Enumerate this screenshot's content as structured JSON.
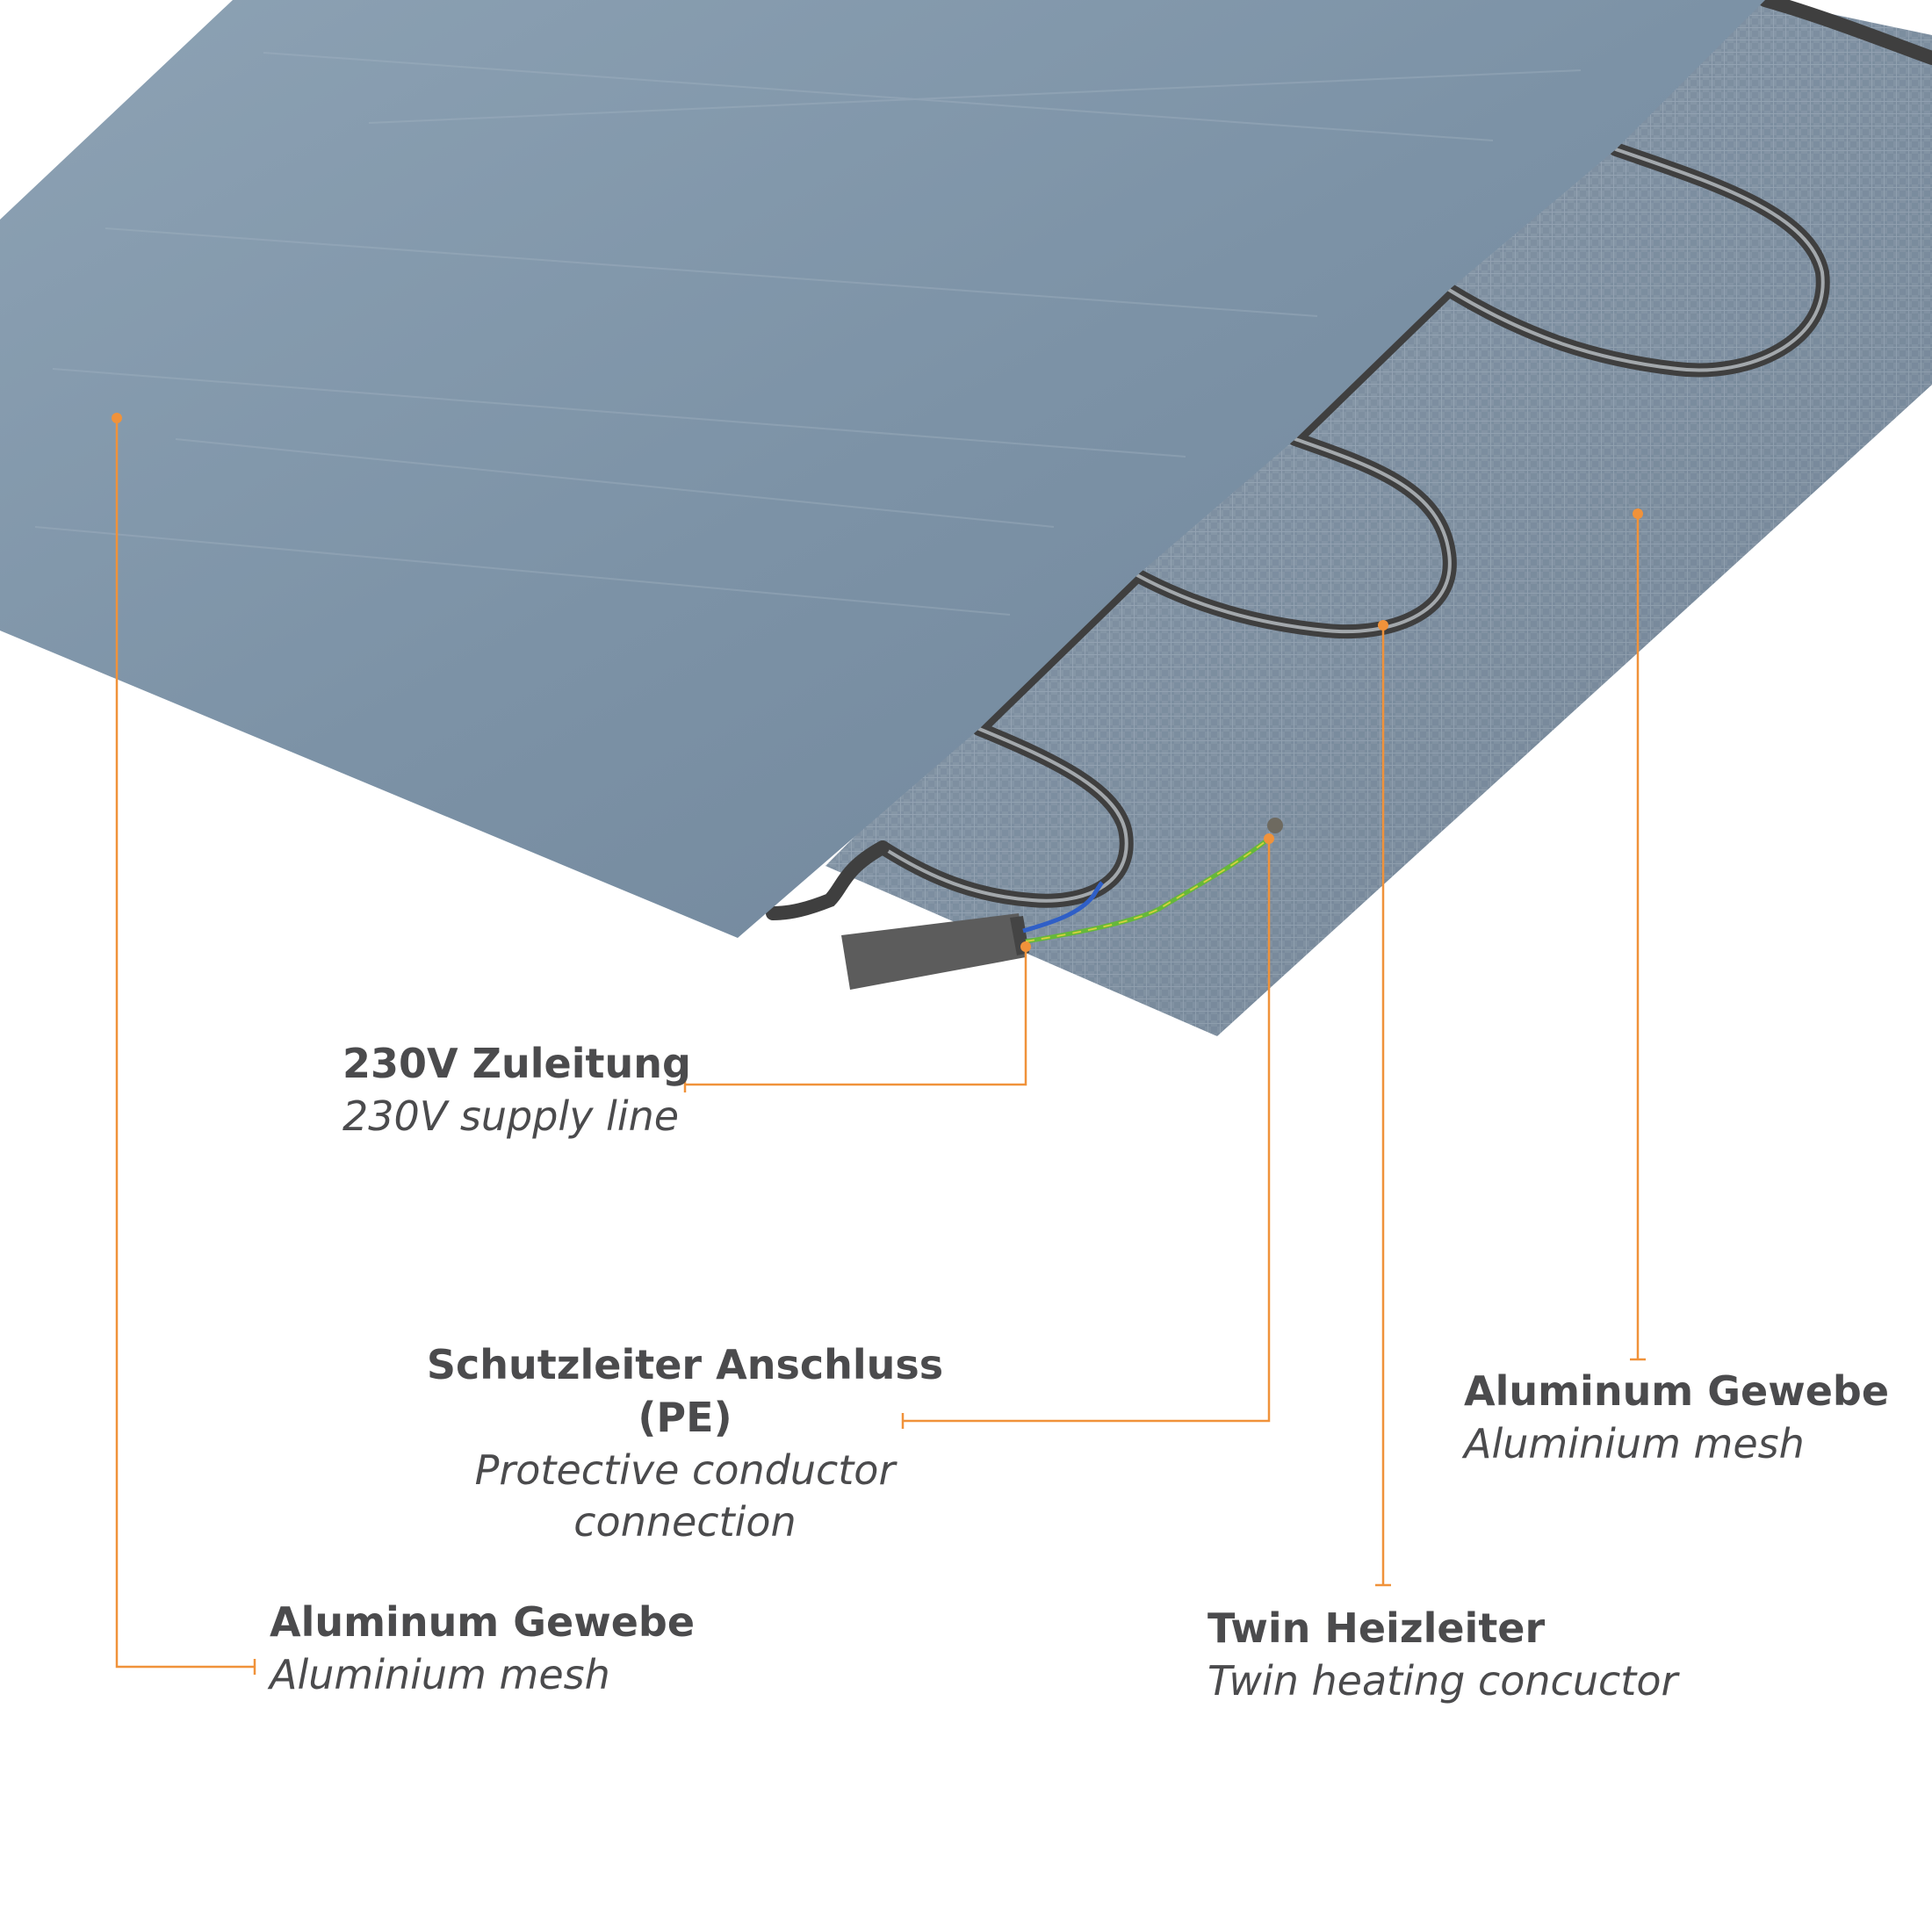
{
  "colors": {
    "accent": "#F0923A",
    "text": "#4B4B4D",
    "top_sheet": "#7F95A8",
    "mesh_sheet": "#8194A7",
    "cable": "#555555",
    "wire_blue": "#2F5FC7",
    "wire_green": "#66B83A",
    "background": "#FFFFFF"
  },
  "labels": {
    "supply": {
      "de": "230V Zuleitung",
      "en": "230V supply line"
    },
    "pe": {
      "de": "Schutzleiter Anschluss (PE)",
      "en_line1": "Protective conductor",
      "en_line2": "connection"
    },
    "mesh_right": {
      "de": "Aluminum Gewebe",
      "en": "Aluminium mesh"
    },
    "mesh_left": {
      "de": "Aluminum Gewebe",
      "en": "Aluminium mesh"
    },
    "heater": {
      "de": "Twin Heizleiter",
      "en": "Twin heating concuctor"
    }
  }
}
